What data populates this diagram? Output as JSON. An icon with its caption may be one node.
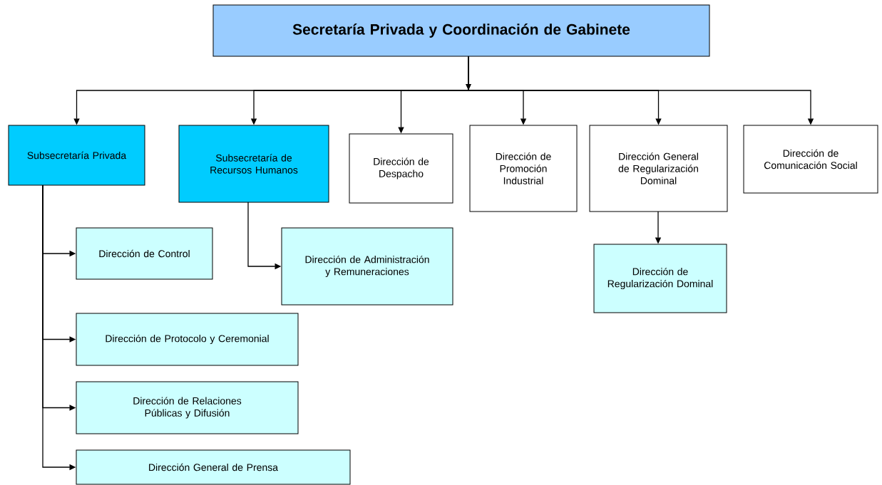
{
  "diagram": {
    "nodes": [
      {
        "text": [
          "Secretaría Privada y Coordinación de Gabinete"
        ]
      },
      {
        "text": [
          "Subsecretaría Privada"
        ]
      },
      {
        "text": [
          "Subsecretaría de Recursos Humanos"
        ]
      },
      {
        "text": [
          "Dirección de Despacho"
        ]
      },
      {
        "text": [
          "Dirección de Promoción Industrial"
        ]
      },
      {
        "text": [
          "Dirección General de Regularización Dominal"
        ]
      },
      {
        "text": [
          "Dirección de Comunicación Social"
        ]
      },
      {
        "text": [
          "Dirección de Control"
        ]
      },
      {
        "text": [
          "Dirección de Administración y Remuneraciones"
        ]
      },
      {
        "text": [
          "Dirección de Regularización Dominal"
        ]
      },
      {
        "text": [
          "Dirección de Protocolo y Ceremonial"
        ]
      },
      {
        "text": [
          "Dirección de Relaciones Públicas y Difusión"
        ]
      },
      {
        "text": [
          "Dirección General de Prensa"
        ]
      }
    ],
    "edges": [
      {
        "from": 0,
        "to": 1,
        "arrow": "to"
      },
      {
        "from": 0,
        "to": 2,
        "arrow": "to"
      },
      {
        "from": 0,
        "to": 3,
        "arrow": "to"
      },
      {
        "from": 0,
        "to": 4,
        "arrow": "to"
      },
      {
        "from": 0,
        "to": 5,
        "arrow": "to"
      },
      {
        "from": 0,
        "to": 6,
        "arrow": "to"
      },
      {
        "from": 1,
        "to": 7,
        "arrow": "to"
      },
      {
        "from": 1,
        "to": 10,
        "arrow": "to"
      },
      {
        "from": 1,
        "to": 11,
        "arrow": "to"
      },
      {
        "from": 1,
        "to": 12,
        "arrow": "to"
      },
      {
        "from": 2,
        "to": 8,
        "arrow": "to"
      },
      {
        "from": 5,
        "to": 9,
        "arrow": "to"
      }
    ]
  }
}
